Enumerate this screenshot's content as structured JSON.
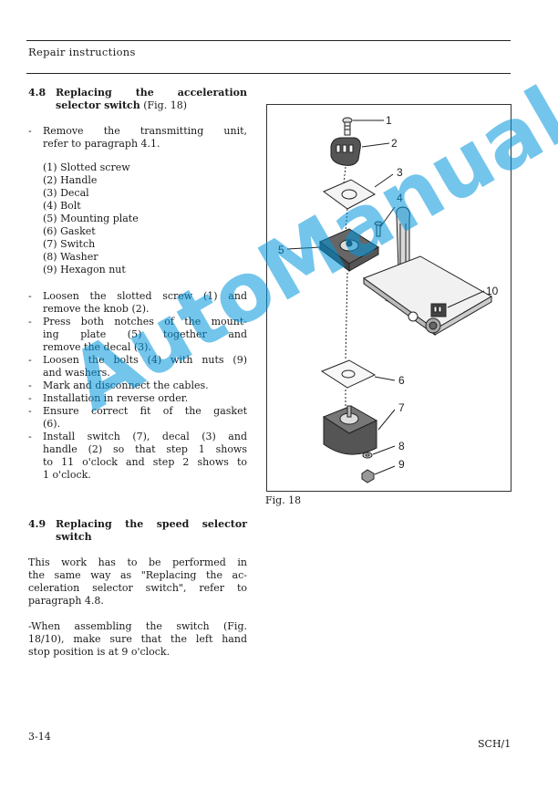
{
  "header": {
    "title": "Repair instructions"
  },
  "section_48": {
    "heading_num": "4.8",
    "heading_line1": "Replacing the acceleration",
    "heading_line2_bold": "selector switch",
    "heading_line2_rest": "(Fig. 18)",
    "intro_line1": "Remove the transmitting unit,",
    "intro_line2": "refer to paragraph 4.1.",
    "parts": [
      "(1) Slotted screw",
      "(2) Handle",
      "(3) Decal",
      "(4) Bolt",
      "(5) Mounting plate",
      "(6) Gasket",
      "(7) Switch",
      "(8) Washer",
      "(9) Hexagon nut"
    ],
    "steps": [
      [
        "Loosen the slotted screw (1) and",
        "remove the knob (2)."
      ],
      [
        "Press both notches of the mount-",
        "ing plate (5) together and",
        "remove the decal (3)."
      ],
      [
        "Loosen the bolts (4) with nuts (9)",
        "and washers."
      ],
      [
        "Mark and disconnect the cables."
      ],
      [
        "Installation in reverse order."
      ],
      [
        "Ensure correct fit of the gasket",
        "(6)."
      ],
      [
        "Install switch (7), decal (3) and",
        "handle (2) so that step 1 shows",
        "to 11 o'clock and step 2 shows to",
        "1 o'clock."
      ]
    ]
  },
  "section_49": {
    "heading_num": "4.9",
    "heading_line1": "Replacing the speed selector",
    "heading_line2": "switch",
    "para_lines": [
      "This work has to be performed in",
      "the same way as \"Replacing the ac-",
      "celeration selector switch\", refer to",
      "paragraph 4.8."
    ],
    "note_lines": [
      "-When assembling the switch (Fig.",
      "18/10), make sure that the left hand",
      "stop position is at 9 o'clock."
    ]
  },
  "figure": {
    "caption": "Fig. 18",
    "callouts": [
      "1",
      "2",
      "3",
      "4",
      "5",
      "6",
      "7",
      "8",
      "9",
      "10"
    ]
  },
  "watermark": "AutoManual",
  "footer": {
    "page": "3-14",
    "code": "SCH/1"
  }
}
